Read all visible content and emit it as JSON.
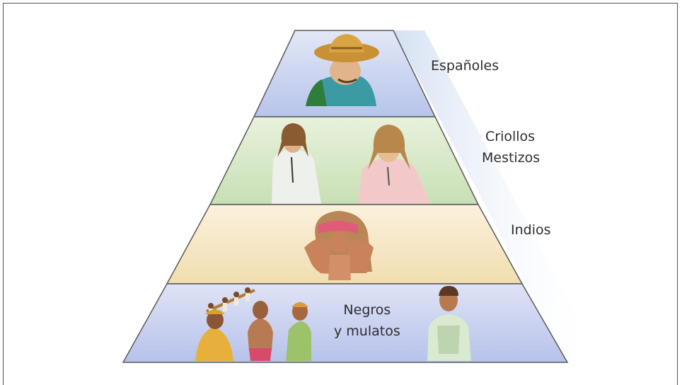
{
  "levels": [
    {
      "id": "tier-1",
      "lines": [
        "Españoles"
      ]
    },
    {
      "id": "tier-2",
      "lines": [
        "Criollos",
        "Mestizos"
      ]
    },
    {
      "id": "tier-3",
      "lines": [
        "Indios"
      ]
    },
    {
      "id": "tier-4",
      "lines": [
        "Negros",
        "y mulatos"
      ]
    }
  ],
  "colors": {
    "tier_1_fill": "#c9d3ee",
    "tier_2_fill": "#d7e8c8",
    "tier_3_fill": "#f6e6c4",
    "tier_4_fill": "#c5cdee",
    "outline": "#5a5a5a",
    "side_glow": "#dbe6f5"
  }
}
